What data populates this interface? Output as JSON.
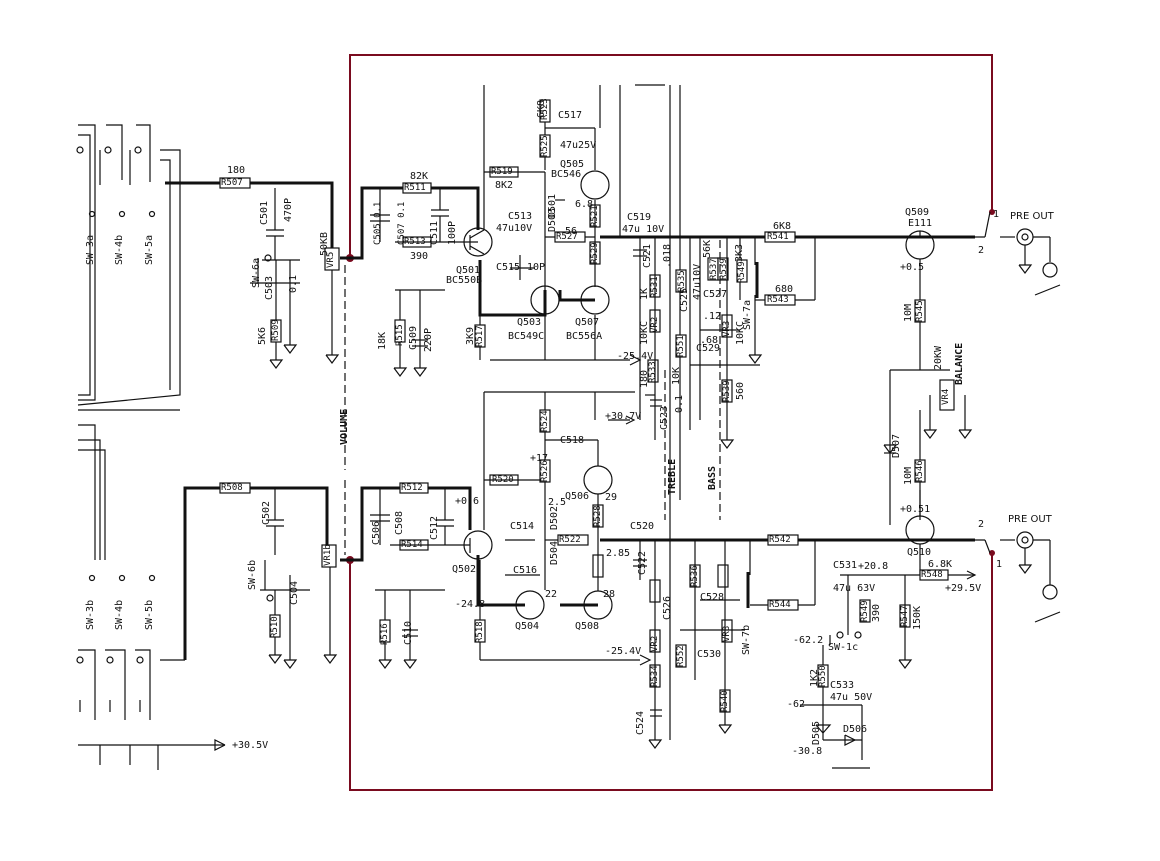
{
  "colors": {
    "frame": "#7a0b1f",
    "ink": "#111111",
    "paper": "#ffffff"
  },
  "schematic": {
    "resistors": {
      "R507": "R507",
      "R508": "R508",
      "R509": "R509",
      "R510": "R510",
      "R511": "R511",
      "R512": "R512",
      "R513": "R513",
      "R514": "R514",
      "R515": "R515",
      "R516": "R516",
      "R517": "R517",
      "R518": "R518",
      "R519": "R519",
      "R520": "R520",
      "R521": "R521",
      "R522": "R522",
      "R523": "R523",
      "R524": "R524",
      "R525": "R525",
      "R526": "R526",
      "R527": "R527",
      "R528": "R528",
      "R529": "R529",
      "R531": "R531",
      "R533": "R533",
      "R534": "R534",
      "R535": "R535",
      "R536": "R536",
      "R537": "R537",
      "R539": "R539",
      "R540": "R540",
      "R541": "R541",
      "R542": "R542",
      "R543": "R543",
      "R544": "R544",
      "R545": "R545",
      "R546": "R546",
      "R547": "R547",
      "R548": "R548",
      "R549": "R549",
      "R550": "R550",
      "R551": "R551",
      "R552": "R552"
    },
    "pots": {
      "VR5a": "VR5",
      "VR1b": "VR1b",
      "VR2a": "VR2",
      "VR2b": "VR2",
      "VR3a": "VR3",
      "VR3b": "VR3",
      "VR4": "VR4"
    },
    "values": {
      "v180": "180",
      "v470P": "470P",
      "v50KB": "50KB",
      "v5K6": "5K6",
      "v01": "0.1",
      "v82K": "82K",
      "v390": "390",
      "v8K2": "8K2",
      "vC505": "C505 0.1",
      "vC507": "C507 0.1",
      "v100P": "100P",
      "v18K": "18K",
      "v220P": "220P",
      "v3K9": "3K9",
      "v10P": "10P",
      "v47u10V": "47u10V",
      "v6K8": "6K8",
      "v47u25V": "47u25V",
      "v68": "6.8",
      "v56": "56",
      "v47u10Vb": "47u 10V",
      "v1K": "1K",
      "v018": ".018",
      "v10KC": "10KC",
      "vm254": "-25.4V",
      "v10K": "10K",
      "v68b": ".68",
      "v12": ".12",
      "v560": "560",
      "v56K": "56K",
      "v3K3": "3K3",
      "v680": "680",
      "v6K8b": "6K8",
      "v10M": "10M",
      "v20KW": "20KW",
      "v05": "+0.5",
      "v051": "+0.51",
      "v307": "+30.7V",
      "v17": "+17",
      "v06": "+0.6",
      "v248": "-24.8",
      "v22": "22",
      "v28": "28",
      "v29": "29",
      "v25": "2.5",
      "v285": "2.85",
      "v254b": "-25.4V",
      "v208": "+20.8",
      "v47u63": "47u 63V",
      "v150K": "150K",
      "v68K": "6.8K",
      "v295": "+29.5V",
      "vm622": "-62.2",
      "v1K2": "1K2",
      "v47u50": "47u 50V",
      "vm308": "-30.8",
      "v305": "+30.5V",
      "vm62": "-62"
    },
    "caps": {
      "C501": "C501",
      "C502": "C502",
      "C503": "C503",
      "C504": "C504",
      "C506": "C506",
      "C508": "C508",
      "C509": "C509",
      "C510": "C510",
      "C511": "C511",
      "C512": "C512",
      "C513": "C513",
      "C514": "C514",
      "C515": "C515",
      "C516": "C516",
      "C517": "C517",
      "C518": "C518",
      "C519": "C519",
      "C520": "C520",
      "C521": "C521",
      "C522": "C522",
      "C523": "C523",
      "C524": "C524",
      "C525": "C525",
      "C526": "C526",
      "C527": "C527",
      "C528": "C528",
      "C529": "C529",
      "C530": "C530",
      "C531": "C531",
      "C533": "C533"
    },
    "transistors": {
      "Q501": "Q501",
      "Q502": "Q502",
      "Q503": "Q503",
      "Q504": "Q504",
      "Q505": "Q505",
      "Q506": "Q506",
      "Q507": "Q507",
      "Q508": "Q508",
      "Q509": "Q509",
      "Q510": "Q510",
      "BC550B": "BC550B",
      "BC549C": "BC549C",
      "BC556A": "BC556A",
      "BC546": "BC546",
      "E111": "E111"
    },
    "diodes": {
      "D501": "D501",
      "D502": "D502",
      "D503": "D503",
      "D504": "D504",
      "D505": "D505",
      "D506": "D506",
      "D507": "D507"
    },
    "switches": {
      "sw3a": "SW-3a",
      "sw4b_top": "SW-4b",
      "sw5a": "SW-5a",
      "sw6a": "SW-6a",
      "sw6b": "SW-6b",
      "sw3b": "SW-3b",
      "sw4b_bot": "SW-4b",
      "sw5b": "SW-5b",
      "sw7a": "SW-7a",
      "sw7b": "SW-7b",
      "sw1c": "SW-1c"
    },
    "labels": {
      "volume": "VOLUME",
      "treble": "TREBLE",
      "bass": "BASS",
      "balance": "BALANCE",
      "pre_out_top": "PRE OUT",
      "pre_out_bot": "PRE OUT",
      "pin1_top": "1",
      "pin2_top": "2",
      "pin1_bot": "1",
      "pin2_bot": "2"
    }
  }
}
